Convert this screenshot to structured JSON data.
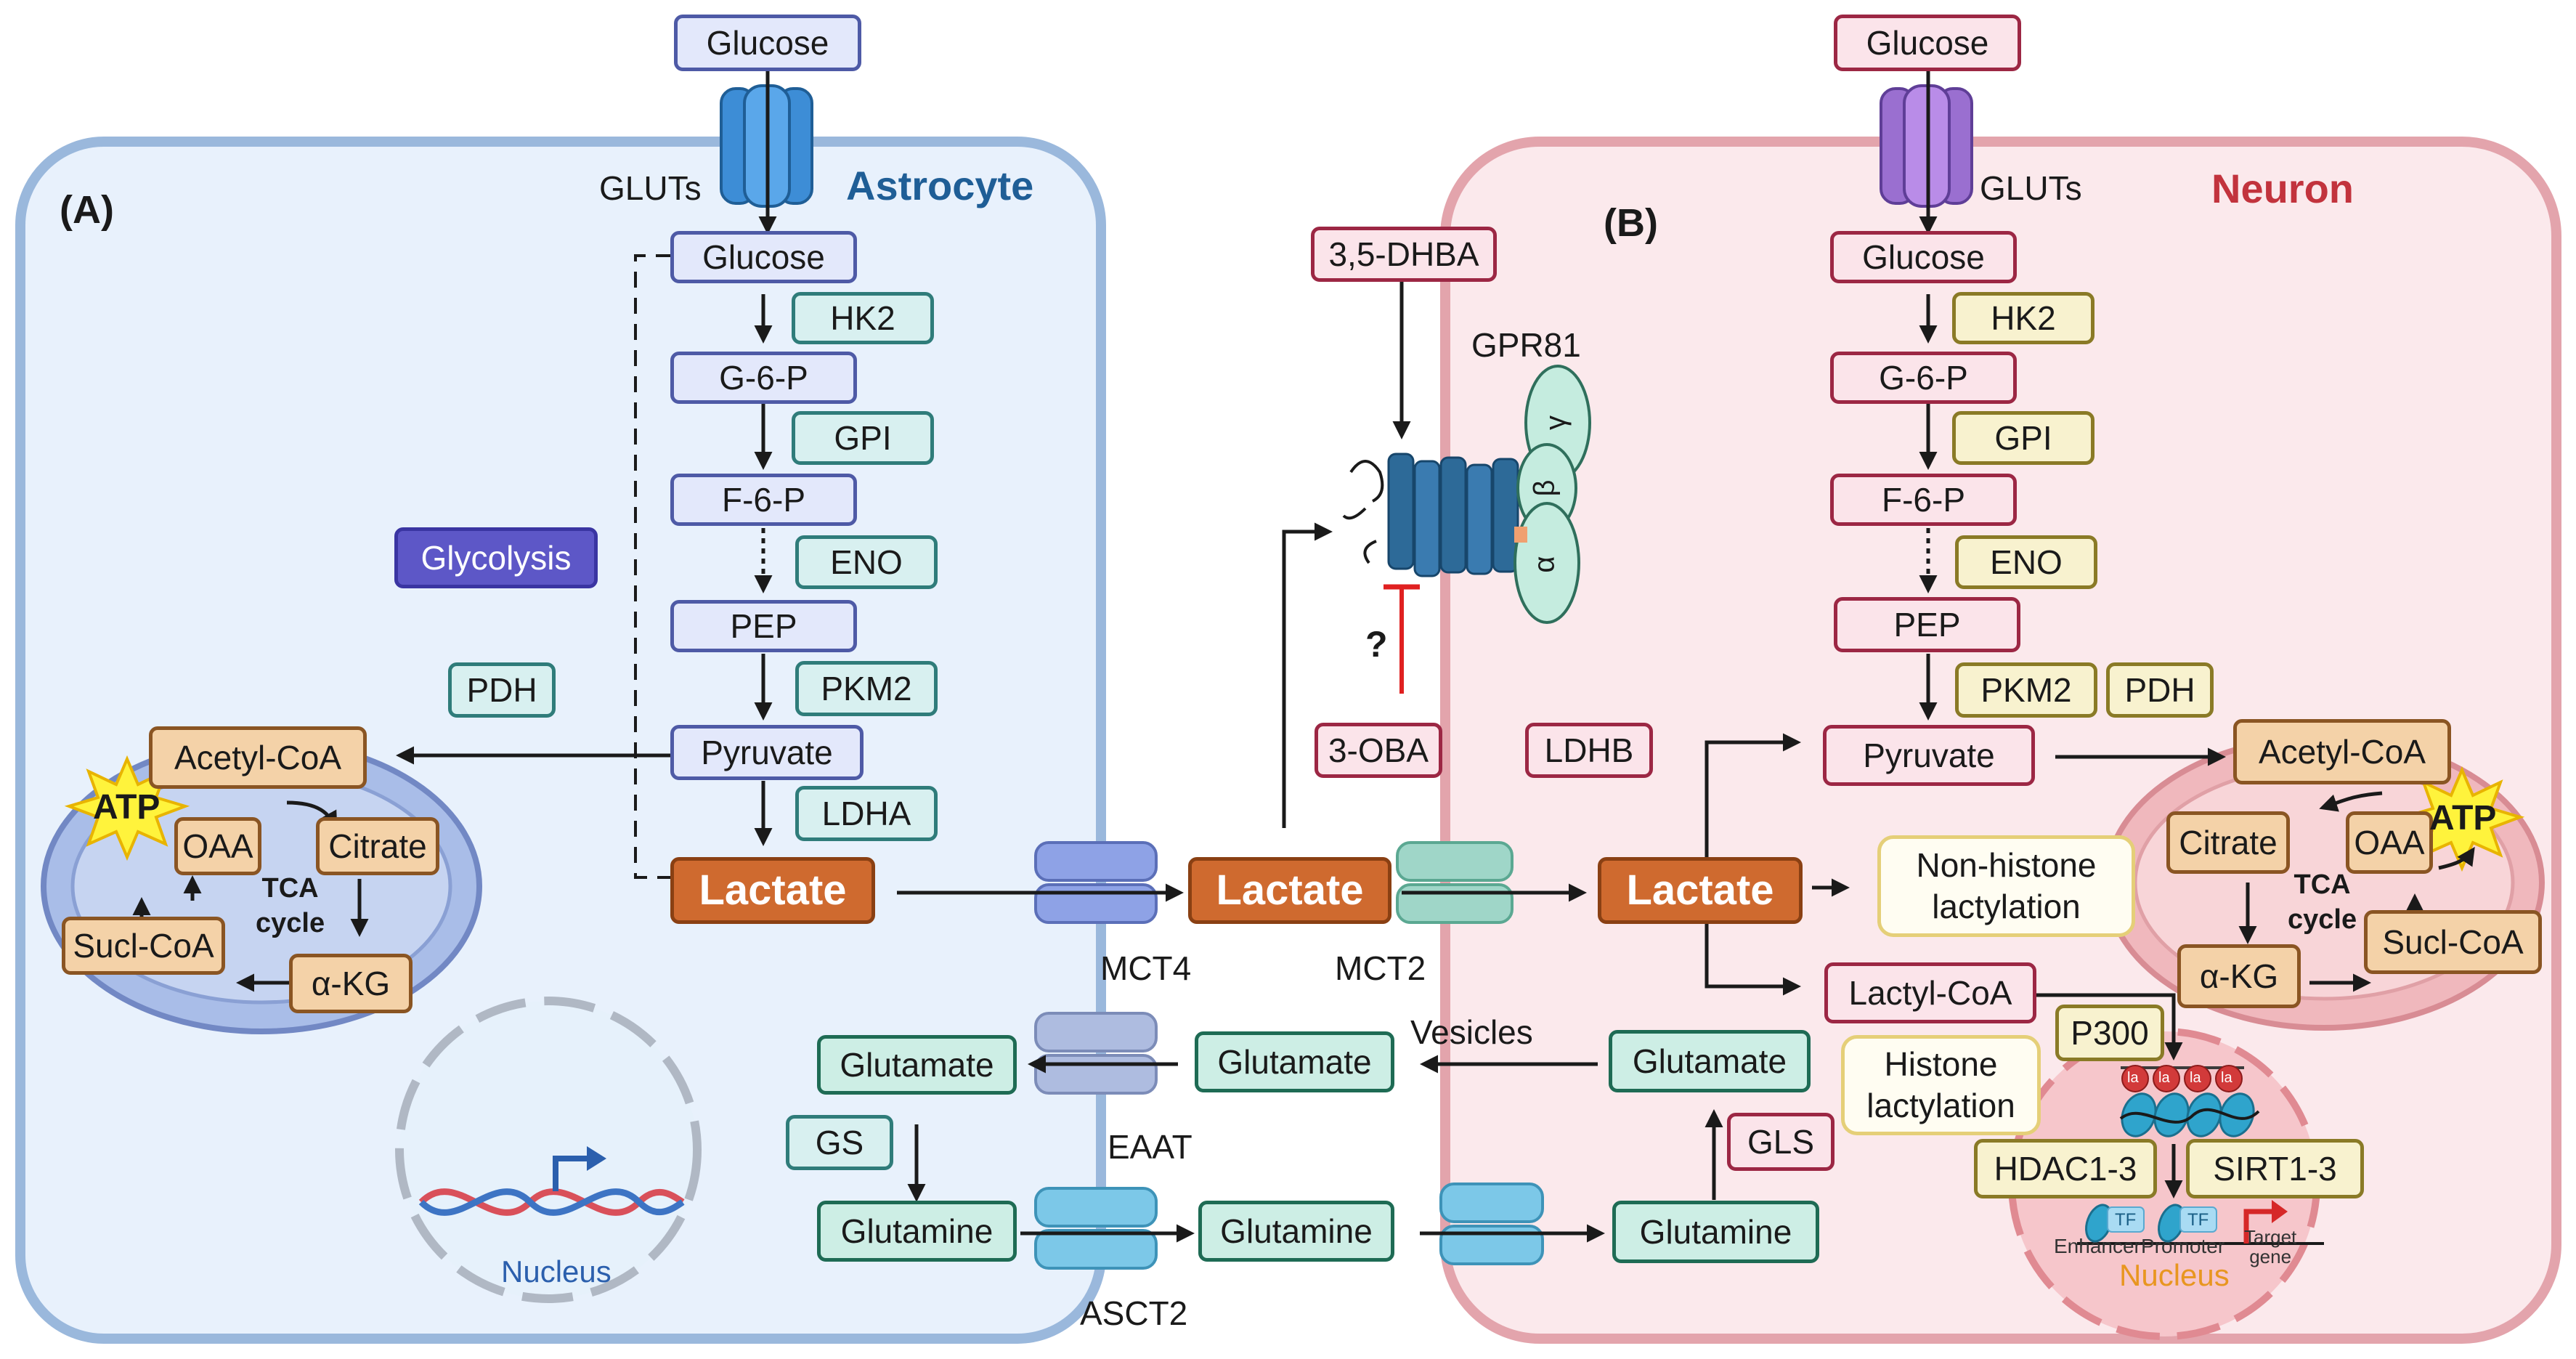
{
  "panels": {
    "left_tag": "(A)",
    "right_tag": "(B)",
    "astrocyte_title": "Astrocyte",
    "neuron_title": "Neuron",
    "nucleus": "Nucleus",
    "nucleus_b": "Nucleus"
  },
  "colors": {
    "astrocyte_title": "#1f5e96",
    "neuron_title": "#c2333d",
    "lactate": "#cf6a2f",
    "glycolysis_badge": "#5d57c7",
    "inhibition": "#e02020"
  },
  "astrocyte": {
    "glucose_out": "Glucose",
    "gluts": "GLUTs",
    "glucose": "Glucose",
    "hk2": "HK2",
    "g6p": "G-6-P",
    "gpi": "GPI",
    "f6p": "F-6-P",
    "eno": "ENO",
    "pep": "PEP",
    "pkm2": "PKM2",
    "pyruvate": "Pyruvate",
    "ldha": "LDHA",
    "lactate": "Lactate",
    "pdh": "PDH",
    "glycolysis": "Glycolysis",
    "acetyl_coa": "Acetyl-CoA",
    "atp": "ATP",
    "oaa": "OAA",
    "citrate": "Citrate",
    "tca": "TCA\ncycle",
    "sucl_coa": "Sucl-CoA",
    "akg": "α-KG",
    "glutamate": "Glutamate",
    "gs": "GS",
    "glutamine": "Glutamine"
  },
  "middle": {
    "dhba": "3,5-DHBA",
    "gpr81": "GPR81",
    "gamma": "γ",
    "beta": "β",
    "alpha": "α",
    "question": "?",
    "oba": "3-OBA",
    "lactate": "Lactate",
    "mct4": "MCT4",
    "mct2": "MCT2",
    "vesicles": "Vesicles",
    "glutamate": "Glutamate",
    "eaat": "EAAT",
    "glutamine": "Glutamine",
    "asct2": "ASCT2"
  },
  "neuron": {
    "glucose_out": "Glucose",
    "gluts": "GLUTs",
    "glucose": "Glucose",
    "hk2": "HK2",
    "g6p": "G-6-P",
    "gpi": "GPI",
    "f6p": "F-6-P",
    "eno": "ENO",
    "pep": "PEP",
    "pkm2": "PKM2",
    "pdh": "PDH",
    "ldhb": "LDHB",
    "pyruvate": "Pyruvate",
    "acetyl_coa": "Acetyl-CoA",
    "lactate": "Lactate",
    "non_histone": "Non-histone\nlactylation",
    "citrate": "Citrate",
    "oaa": "OAA",
    "atp": "ATP",
    "tca": "TCA\ncycle",
    "akg": "α-KG",
    "sucl_coa": "Sucl-CoA",
    "lactyl_coa": "Lactyl-CoA",
    "p300": "P300",
    "histone": "Histone\nlactylation",
    "la": "la",
    "hdac": "HDAC1-3",
    "sirt": "SIRT1-3",
    "tf": "TF",
    "enhancer": "Enhancer",
    "promoter": "Promoter",
    "target_gene": "Target\ngene",
    "glutamate": "Glutamate",
    "gls": "GLS",
    "glutamine": "Glutamine"
  }
}
